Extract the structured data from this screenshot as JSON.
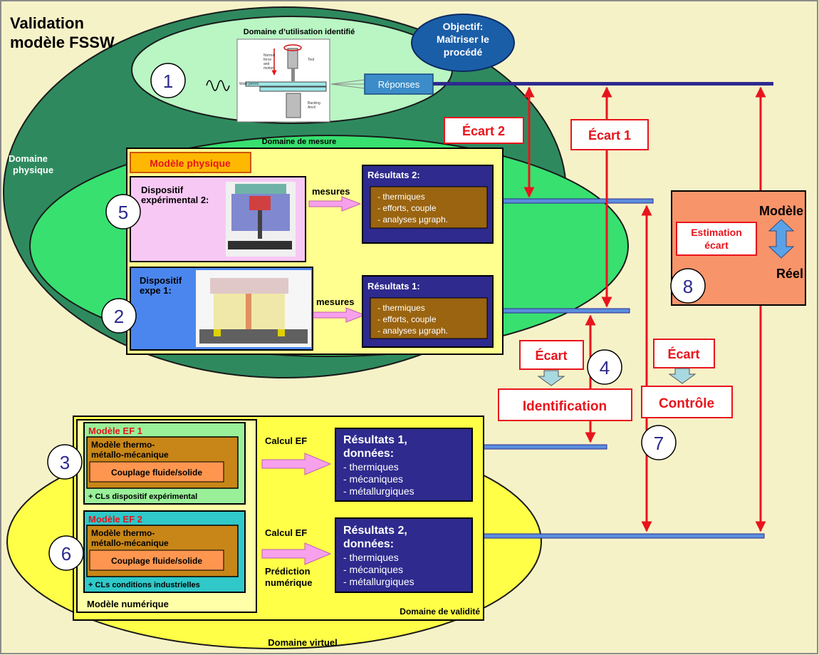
{
  "title": {
    "line1": "Validation",
    "line2": "modèle FSSW"
  },
  "objective": {
    "line1": "Objectif:",
    "line2": "Maîtriser le",
    "line3": "procédé"
  },
  "domains": {
    "usage": "Domaine d’utilisation identifié",
    "physical_line1": "Domaine",
    "physical_line2": "physique",
    "measure": "Domaine de mesure",
    "validity": "Domaine de validité",
    "virtual": "Domaine virtuel"
  },
  "process": {
    "responses": "Réponses",
    "labels": {
      "normal1": "Normal",
      "normal2": "force",
      "normal3": "and",
      "normal4": "motion",
      "tool": "Tool",
      "work": "Work pieces",
      "backing1": "Backing",
      "backing2": "Anvil"
    }
  },
  "physical_model": {
    "header": "Modèle physique",
    "device2_line1": "Dispositif",
    "device2_line2": "expérimental 2:",
    "device1_line1": "Dispositif",
    "device1_line2": "expe 1:",
    "mesures_2": "mesures",
    "mesures_1": "mesures"
  },
  "results_measured": {
    "r2": {
      "title": "Résultats 2:",
      "items": [
        "- thermiques",
        "- efforts,  couple",
        "- analyses µgraph."
      ]
    },
    "r1": {
      "title": "Résultats 1:",
      "items": [
        "- thermiques",
        "- efforts,  couple",
        "- analyses µgraph."
      ]
    }
  },
  "numerical_model": {
    "ef1": {
      "header": "Modèle EF 1",
      "tmm1": "Modèle thermo-",
      "tmm2": "métallo-mécanique",
      "coupling": "Couplage fluide/solide",
      "cls": "+ CLs dispositif expérimental"
    },
    "ef2": {
      "header": "Modèle EF 2",
      "tmm1": "Modèle thermo-",
      "tmm2": "métallo-mécanique",
      "coupling": "Couplage fluide/solide",
      "cls": "+ CLs conditions industrielles"
    },
    "footer": "Modèle numérique",
    "calc1": "Calcul EF",
    "calc2": "Calcul EF",
    "prediction1": "Prédiction",
    "prediction2": "numérique"
  },
  "results_computed": {
    "r1": {
      "title1": "Résultats 1,",
      "title2": "données:",
      "items": [
        "- thermiques",
        "- mécaniques",
        "- métallurgiques"
      ]
    },
    "r2": {
      "title1": "Résultats 2,",
      "title2": "données:",
      "items": [
        "- thermiques",
        "- mécaniques",
        "- métallurgiques"
      ]
    }
  },
  "gaps": {
    "ecart2": "Écart 2",
    "ecart1": "Écart 1",
    "ecart_ident": "Écart",
    "identification": "Identification",
    "ecart_control": "Écart",
    "controle": "Contrôle"
  },
  "estimation": {
    "model": "Modèle",
    "estim1": "Estimation",
    "estim2": "écart",
    "real": "Réel"
  },
  "markers": [
    "1",
    "2",
    "3",
    "4",
    "5",
    "6",
    "7",
    "8"
  ],
  "colors": {
    "background": "#f6f2c8",
    "dark_green": "#2e8a5e",
    "light_green": "#38e070",
    "pale_green": "#b9f6c4",
    "yellow": "#ffff48",
    "navy": "#2e2a8e",
    "brown": "#9a6410",
    "red": "#e8141c",
    "salmon": "#f8946a",
    "pink": "#f8c8f4",
    "steel_blue": "#5a8ede"
  }
}
